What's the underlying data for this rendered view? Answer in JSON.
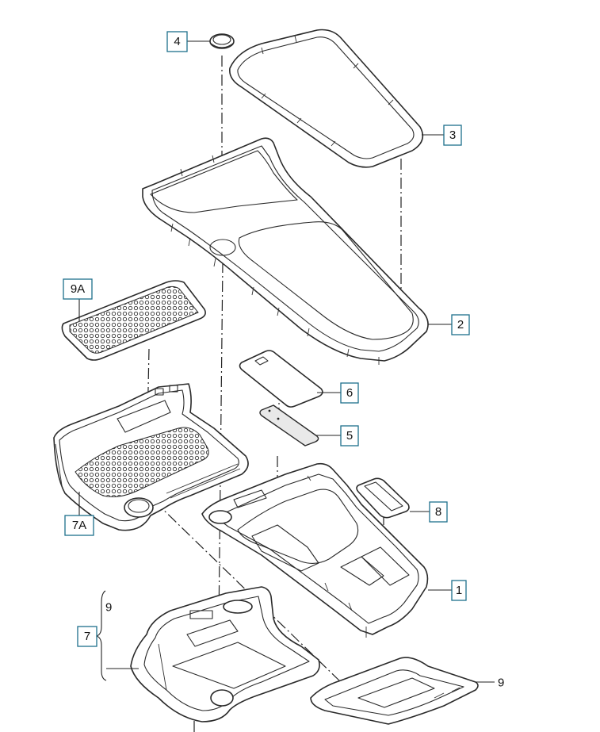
{
  "labels": {
    "part_1": "1",
    "part_2": "2",
    "part_3": "3",
    "part_4": "4",
    "part_5": "5",
    "part_6": "6",
    "part_7": "7",
    "part_7a": "7A",
    "part_8": "8",
    "part_9_bracket": "9",
    "part_9_right": "9",
    "part_9a": "9A"
  },
  "colors": {
    "callout_border": "#1d6f8c",
    "line": "#2a2a2a"
  }
}
